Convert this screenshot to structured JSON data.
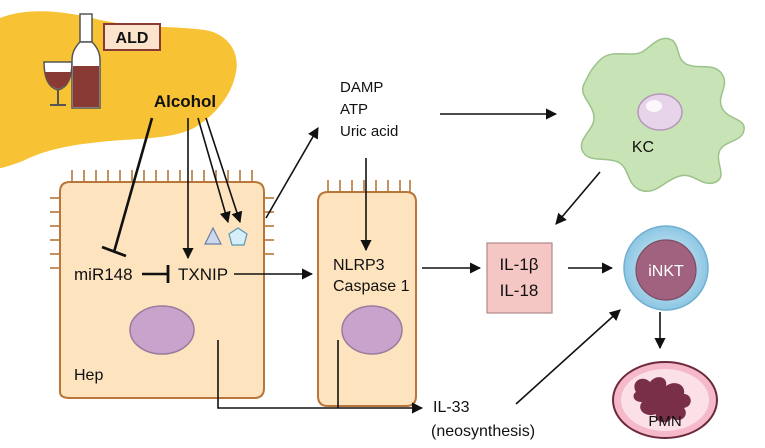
{
  "badge": {
    "label": "ALD"
  },
  "alcohol": {
    "label": "Alcohol"
  },
  "damp_list": {
    "line1": "DAMP",
    "line2": "ATP",
    "line3": "Uric acid"
  },
  "hepatocyte": {
    "mir_label": "miR148",
    "txnip_label": "TXNIP",
    "cell_label": "Hep"
  },
  "second_cell": {
    "line1": "NLRP3",
    "line2": "Caspase 1"
  },
  "cytokines": {
    "line1": "IL-1β",
    "line2": "IL-18",
    "fill_color": "#f4c6c4"
  },
  "il33": {
    "line1": "IL-33",
    "line2": "(neosynthesis)"
  },
  "kupffer": {
    "label": "KC",
    "color": "#c8e3b6"
  },
  "inkt": {
    "label": "iNKT",
    "color": "#bfe2f2"
  },
  "pmn": {
    "label": "PMN",
    "color": "#f5b9c9"
  },
  "colors": {
    "liver": "#f7c233",
    "hepatocyte": "#fde4bf",
    "nucleus": "#c9a3cc",
    "wine": "#8a3a35"
  }
}
